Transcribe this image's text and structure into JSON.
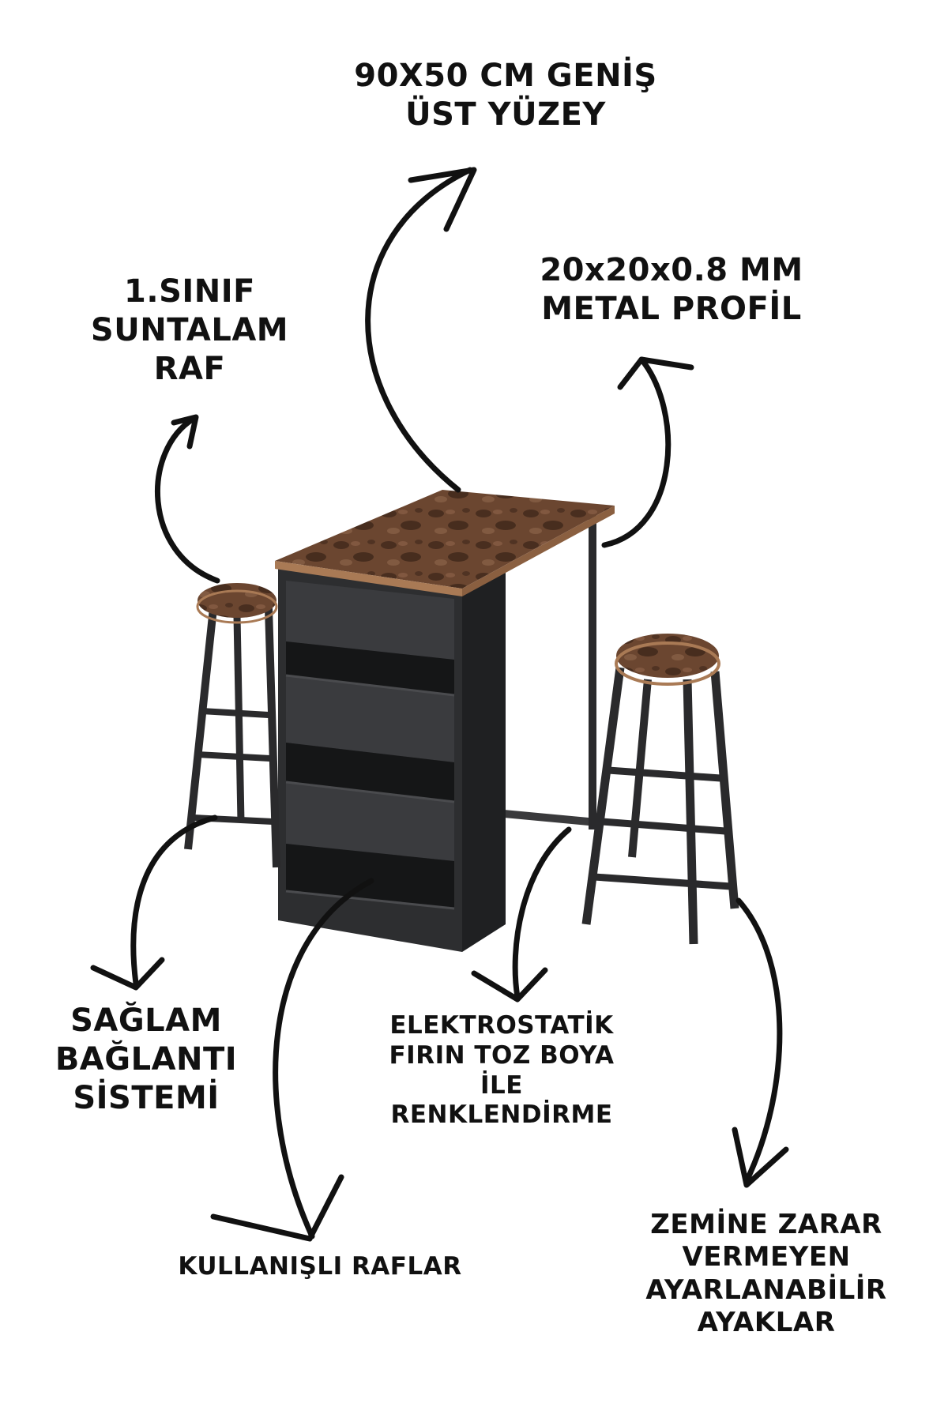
{
  "callouts": {
    "top_surface": {
      "line1": "90X50 CM GENİŞ",
      "line2": "ÜST YÜZEY"
    },
    "shelf_material": {
      "line1": "1.SINIF",
      "line2": "SUNTALAM",
      "line3": "RAF"
    },
    "metal_profile": {
      "line1": "20x20x0.8 MM",
      "line2": "METAL PROFİL"
    },
    "connection": {
      "line1": "SAĞLAM",
      "line2": "BAĞLANTI",
      "line3": "SİSTEMİ"
    },
    "paint": {
      "line1": "ELEKTROSTATİK",
      "line2": "FIRIN TOZ BOYA",
      "line3": "İLE",
      "line4": "RENKLENDİRME"
    },
    "shelves": {
      "line1": "KULLANIŞLI RAFLAR"
    },
    "feet": {
      "line1": "ZEMİNE ZARAR",
      "line2": "VERMEYEN",
      "line3": "AYARLANABİLİR",
      "line4": "AYAKLAR"
    }
  },
  "colors": {
    "wood_base": "#6b4630",
    "wood_dark": "#3a2418",
    "cabinet": "#2b2c2e",
    "cabinet_dark": "#1c1d1f",
    "metal": "#2a2a2c",
    "text": "#111111"
  }
}
